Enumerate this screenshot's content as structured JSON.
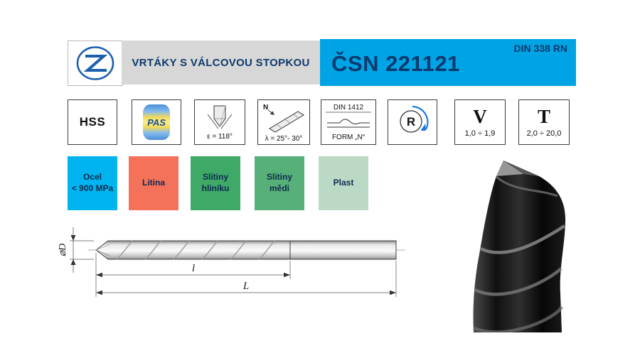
{
  "header": {
    "logo": "manufacturer-logo",
    "title": "VRTÁKY S VÁLCOVOU STOPKOU",
    "standard": "ČSN 221121",
    "din_standard": "DIN 338 RN",
    "banner_color": "#00a3e3",
    "text_color": "#0a3a70"
  },
  "specs": {
    "hss": "HSS",
    "pas": "PAS",
    "point_angle": "ε = 118°",
    "helix_prefix": "N",
    "helix_angle": "λ = 25°- 30°",
    "din_form_top": "DIN 1412",
    "din_form_bottom": "FORM „N“",
    "rotation": "R",
    "v_label": "V",
    "v_range": "1,0 ÷ 1,9",
    "t_label": "T",
    "t_range": "2,0 ÷ 20,0"
  },
  "materials": [
    {
      "line1": "Ocel",
      "line2": "< 900 MPa",
      "color": "#00b4ef"
    },
    {
      "line1": "Litina",
      "line2": "",
      "color": "#f4715a"
    },
    {
      "line1": "Slitiny",
      "line2": "hliníku",
      "color": "#3fa968"
    },
    {
      "line1": "Slitiny",
      "line2": "mědi",
      "color": "#57b077"
    },
    {
      "line1": "Plast",
      "line2": "",
      "color": "#bcd9c6"
    }
  ],
  "drawing": {
    "diameter_label": "⌀D",
    "flute_length_label": "l",
    "total_length_label": "L"
  }
}
